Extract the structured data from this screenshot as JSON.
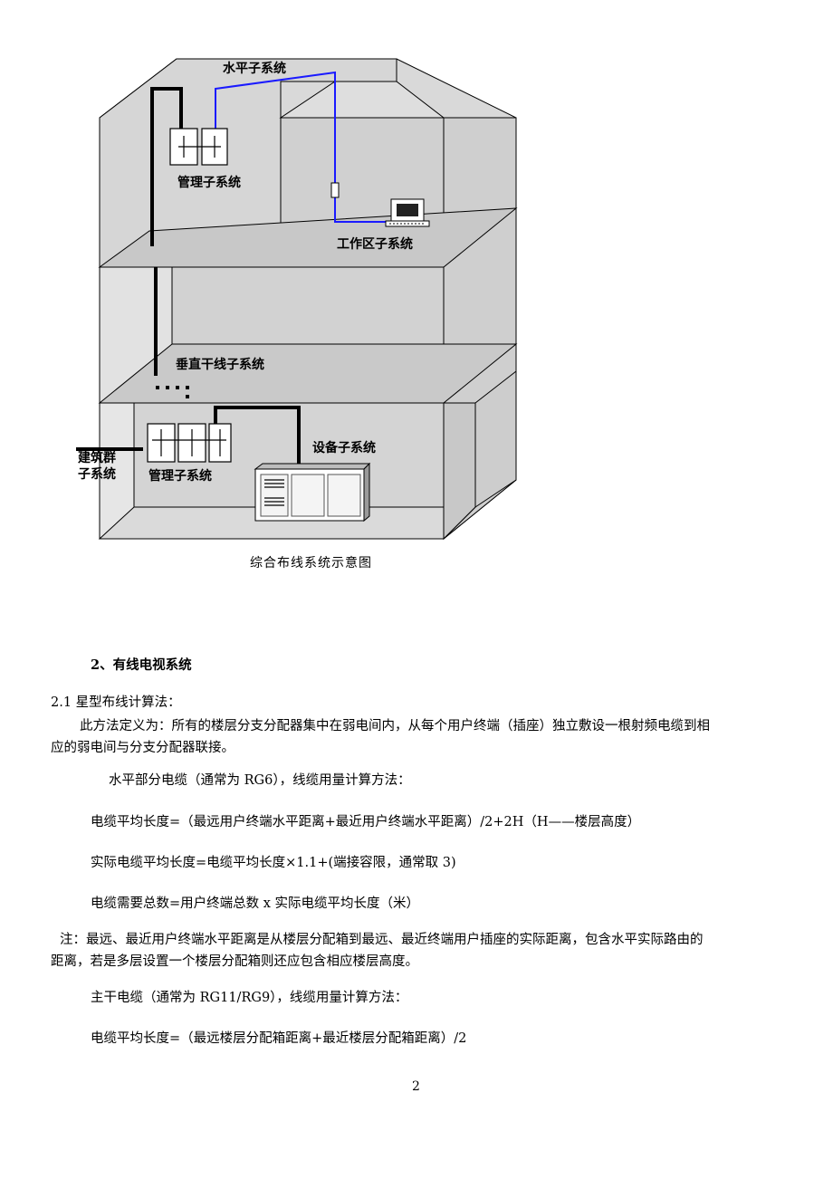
{
  "diagram": {
    "labels": {
      "horizontal": "水平子系统",
      "admin_top": "管理子系统",
      "work_area": "工作区子系统",
      "vertical": "垂直干线子系统",
      "equipment": "设备子系统",
      "campus_line1": "建筑群",
      "campus_line2": "子系统",
      "admin_bottom": "管理子系统"
    },
    "caption": "综合布线系统示意图",
    "colors": {
      "box_fill": "#d6d6d6",
      "cable_blue": "#1a1aff",
      "backbone": "#000000"
    }
  },
  "section": {
    "heading": "2、有线电视系统",
    "subheading": "2.1  星型布线计算法：",
    "definition_1": "此方法定义为：所有的楼层分支分配器集中在弱电间内，从每个用户终端（插座）独立敷设一根射频电缆到相",
    "definition_2": "应的弱电间与分支分配器联接。",
    "horizontal_intro": "水平部分电缆（通常为 RG6），线缆用量计算方法：",
    "formula_avg": "电缆平均长度=（最远用户终端水平距离+最近用户终端水平距离）/2+2H（H——楼层高度）",
    "formula_actual": "实际电缆平均长度=电缆平均长度×1.1+(端接容限，通常取 3)",
    "formula_total": "电缆需要总数=用户终端总数 x 实际电缆平均长度（米）",
    "note_1": "注：最远、最近用户终端水平距离是从楼层分配箱到最远、最近终端用户插座的实际距离，包含水平实际路由的",
    "note_2": "距离，若是多层设置一个楼层分配箱则还应包含相应楼层高度。",
    "trunk_intro": "主干电缆（通常为 RG11/RG9），线缆用量计算方法：",
    "formula_trunk": "电缆平均长度=（最远楼层分配箱距离+最近楼层分配箱距离）/2"
  },
  "page_number": "2"
}
